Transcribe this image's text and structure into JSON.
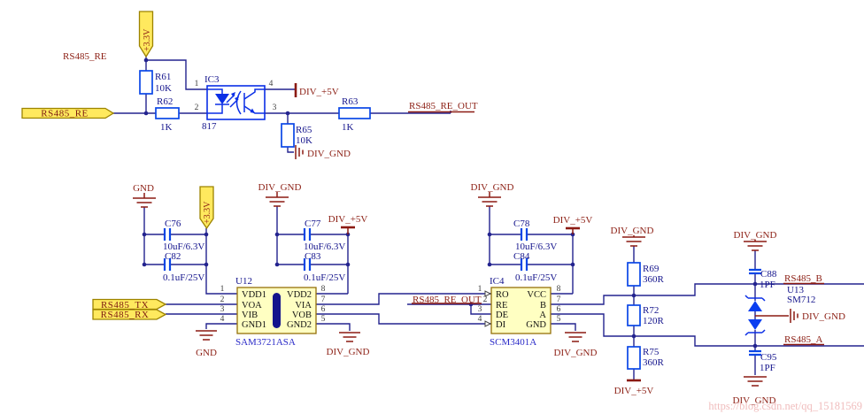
{
  "nets": {
    "rs485_re": "RS485_RE",
    "rs485_re_out": "RS485_RE_OUT",
    "rs485_tx": "RS485_TX",
    "rs485_rx": "RS485_RX",
    "rs485_b": "RS485_B",
    "rs485_a": "RS485_A"
  },
  "power": {
    "p3v3": "+3.3V",
    "div_p5v": "DIV_+5V",
    "div_gnd": "DIV_GND",
    "gnd": "GND"
  },
  "components": {
    "r61": {
      "ref": "R61",
      "value": "10K"
    },
    "r62": {
      "ref": "R62",
      "value": "1K"
    },
    "r63": {
      "ref": "R63",
      "value": "1K"
    },
    "r65": {
      "ref": "R65",
      "value": "10K"
    },
    "r69": {
      "ref": "R69",
      "value": "360R"
    },
    "r72": {
      "ref": "R72",
      "value": "120R"
    },
    "r75": {
      "ref": "R75",
      "value": "360R"
    },
    "c76": {
      "ref": "C76",
      "value": "10uF/6.3V"
    },
    "c77": {
      "ref": "C77",
      "value": "10uF/6.3V"
    },
    "c78": {
      "ref": "C78",
      "value": "10uF/6.3V"
    },
    "c82": {
      "ref": "C82",
      "value": "0.1uF/25V"
    },
    "c83": {
      "ref": "C83",
      "value": "0.1uF/25V"
    },
    "c84": {
      "ref": "C84",
      "value": "0.1uF/25V"
    },
    "c88": {
      "ref": "C88",
      "value": "1PF"
    },
    "c95": {
      "ref": "C95",
      "value": "1PF"
    },
    "ic3": {
      "ref": "IC3",
      "part": "817",
      "nums": [
        "1",
        "2",
        "3",
        "4"
      ]
    },
    "u12": {
      "ref": "U12",
      "part": "SAM3721ASA",
      "pins_left": [
        "VDD1",
        "VOA",
        "VIB",
        "GND1"
      ],
      "pins_right": [
        "VDD2",
        "VIA",
        "VOB",
        "GND2"
      ],
      "nums_left": [
        "1",
        "2",
        "3",
        "4"
      ],
      "nums_right": [
        "8",
        "7",
        "6",
        "5"
      ]
    },
    "ic4": {
      "ref": "IC4",
      "part": "SCM3401A",
      "pins_left": [
        "RO",
        "RE",
        "DE",
        "DI"
      ],
      "pins_right": [
        "VCC",
        "B",
        "A",
        "GND"
      ],
      "nums_left": [
        "1",
        "2",
        "3",
        "4"
      ],
      "nums_right": [
        "8",
        "7",
        "6",
        "5"
      ]
    },
    "u13": {
      "ref": "U13",
      "part": "SM712"
    }
  },
  "watermark": "https://blog.csdn.net/qq_15181569"
}
